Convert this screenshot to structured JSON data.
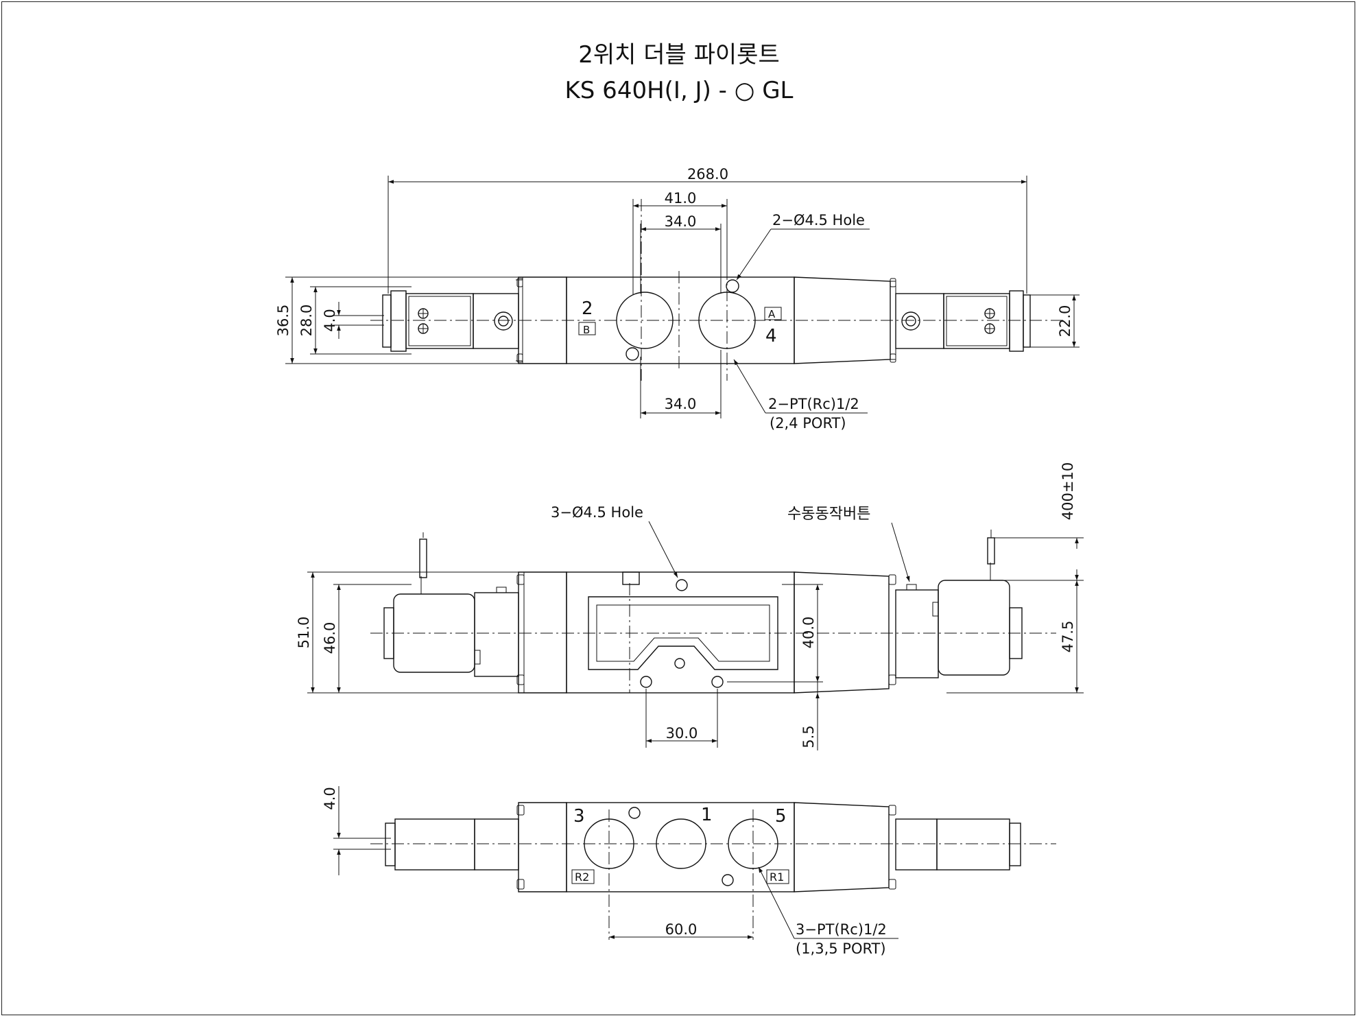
{
  "title": {
    "line1": "2위치 더블 파이롯트",
    "line2": "KS 640H(I, J) - ○ GL"
  },
  "top_view": {
    "dim_overall": "268.0",
    "dim_41": "41.0",
    "dim_34_top": "34.0",
    "dim_34_bottom": "34.0",
    "dim_36_5": "36.5",
    "dim_28": "28.0",
    "dim_4": "4.0",
    "dim_22": "22.0",
    "hole_note": "2−Ø4.5 Hole",
    "port_note_1": "2−PT(Rc)1/2",
    "port_note_2": "(2,4 PORT)",
    "port_2": "2",
    "port_4": "4",
    "tag_b": "B",
    "tag_a": "A"
  },
  "front_view": {
    "hole_note": "3−Ø4.5 Hole",
    "manual_button": "수동동작버튼",
    "dim_400": "400±10",
    "dim_51": "51.0",
    "dim_46": "46.0",
    "dim_40": "40.0",
    "dim_47_5": "47.5",
    "dim_30": "30.0",
    "dim_5_5": "5.5"
  },
  "bottom_view": {
    "dim_4": "4.0",
    "dim_60": "60.0",
    "port_3": "3",
    "port_1": "1",
    "port_5": "5",
    "tag_r2": "R2",
    "tag_r1": "R1",
    "port_note_1": "3−PT(Rc)1/2",
    "port_note_2": "(1,3,5 PORT)"
  }
}
